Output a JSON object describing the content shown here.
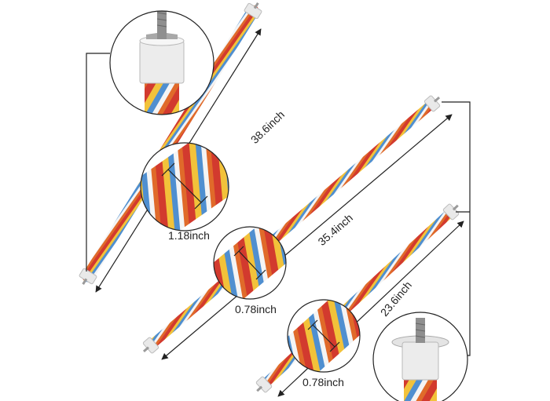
{
  "labels": {
    "rope1_length": "38.6inch",
    "rope1_diameter": "1.18inch",
    "rope2_length": "35.4inch",
    "rope2_diameter": "0.78inch",
    "rope3_length": "23.6inch",
    "rope3_diameter": "0.78inch"
  },
  "rope_colors": [
    "#d23a2e",
    "#f2c23a",
    "#4f8fd0",
    "#f4f4f4",
    "#e06a2a"
  ],
  "accent_colors": {
    "line": "#222222",
    "end_cap": "#e9e9e9",
    "screw": "#9a9a9a"
  },
  "icons": [
    "end-cap-zoom-top",
    "end-cap-zoom-bottom"
  ]
}
